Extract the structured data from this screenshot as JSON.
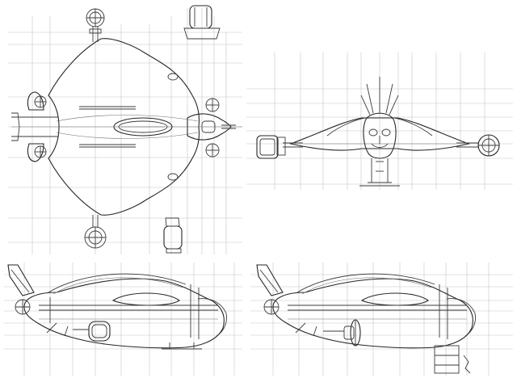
{
  "sheet": {
    "views": [
      {
        "id": "top",
        "caption": ""
      },
      {
        "id": "front",
        "caption": ""
      },
      {
        "id": "side-left",
        "caption": ""
      },
      {
        "id": "side-right",
        "caption": ""
      }
    ],
    "colors": {
      "background": "#ffffff",
      "ink": "#3a3a3a",
      "guides": "#c4c4c4"
    }
  }
}
